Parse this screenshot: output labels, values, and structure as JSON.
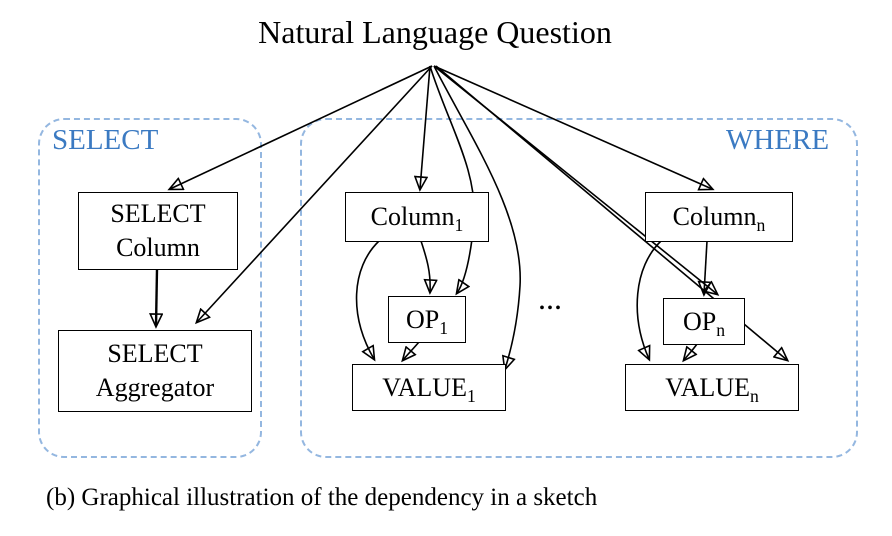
{
  "figure": {
    "title": "Natural Language Question",
    "caption": "(b) Graphical illustration of the dependency in a sketch",
    "groups": {
      "select": {
        "label": "SELECT",
        "nodes": {
          "select_column": {
            "line1": "SELECT",
            "line2": "Column"
          },
          "select_aggregator": {
            "line1": "SELECT",
            "line2": "Aggregator"
          }
        }
      },
      "where": {
        "label": "WHERE",
        "ellipsis": "...",
        "nodes": {
          "column_1": {
            "base": "Column",
            "sub": "1"
          },
          "op_1": {
            "base": "OP",
            "sub": "1"
          },
          "value_1": {
            "base": "VALUE",
            "sub": "1"
          },
          "column_n": {
            "base": "Column",
            "sub": "n"
          },
          "op_n": {
            "base": "OP",
            "sub": "n"
          },
          "value_n": {
            "base": "VALUE",
            "sub": "n"
          }
        }
      }
    },
    "edges": [
      {
        "from": "natural_language_question",
        "to": "select_column"
      },
      {
        "from": "natural_language_question",
        "to": "select_aggregator"
      },
      {
        "from": "natural_language_question",
        "to": "column_1"
      },
      {
        "from": "natural_language_question",
        "to": "op_1"
      },
      {
        "from": "natural_language_question",
        "to": "value_1"
      },
      {
        "from": "natural_language_question",
        "to": "column_n"
      },
      {
        "from": "natural_language_question",
        "to": "op_n"
      },
      {
        "from": "natural_language_question",
        "to": "value_n"
      },
      {
        "from": "select_column",
        "to": "select_aggregator"
      },
      {
        "from": "column_1",
        "to": "op_1"
      },
      {
        "from": "column_1",
        "to": "value_1"
      },
      {
        "from": "op_1",
        "to": "value_1"
      },
      {
        "from": "column_n",
        "to": "op_n"
      },
      {
        "from": "column_n",
        "to": "value_n"
      },
      {
        "from": "op_n",
        "to": "value_n"
      }
    ],
    "colors": {
      "group_label": "#3b7ac2",
      "group_border": "#94b7e0",
      "node_border": "#000000",
      "arrow": "#000000",
      "background": "#ffffff"
    }
  }
}
